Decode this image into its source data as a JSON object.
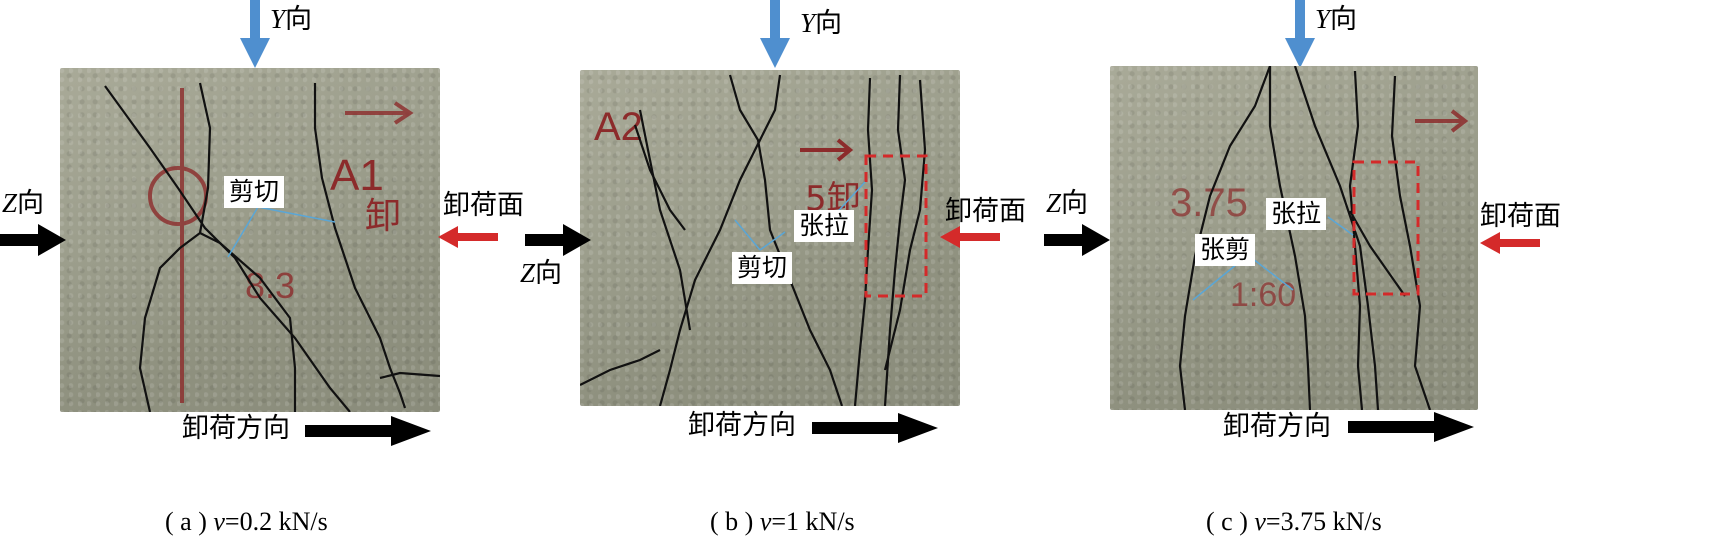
{
  "figure": {
    "panels": [
      {
        "y_label": "Y",
        "y_suffix": "向",
        "z_label": "Z",
        "z_suffix": "向",
        "unload_face": "卸荷面",
        "unload_direction": "卸荷方向",
        "tags": [
          "剪切"
        ],
        "caption_prefix": "( a )",
        "caption_var": "v",
        "caption_value": "=0.2 kN/s",
        "specimen_text": [
          "A1",
          "卸",
          "8.3"
        ]
      },
      {
        "y_label": "Y",
        "y_suffix": "向",
        "z_label": "Z",
        "z_suffix": "向",
        "unload_face": "卸荷面",
        "unload_direction": "卸荷方向",
        "tags": [
          "张拉",
          "剪切"
        ],
        "caption_prefix": "( b )",
        "caption_var": "v",
        "caption_value": "=1 kN/s",
        "specimen_text": [
          "A2",
          "5卸"
        ]
      },
      {
        "y_label": "Y",
        "y_suffix": "向",
        "z_label": "Z",
        "z_suffix": "向",
        "unload_face": "卸荷面",
        "unload_direction": "卸荷方向",
        "tags": [
          "张拉",
          "张剪"
        ],
        "caption_prefix": "( c )",
        "caption_var": "v",
        "caption_value": "=3.75 kN/s",
        "specimen_text": [
          "3.75",
          "1:60"
        ]
      }
    ],
    "colors": {
      "y_arrow": "#4f8fcf",
      "unload_face_arrow": "#d42a2a",
      "z_arrow": "#000000",
      "crack_line": "#111111",
      "annotation_line": "#5aa6d6",
      "dashed_box": "#d42a2a",
      "marker_ink": "#8c2b2b"
    }
  }
}
